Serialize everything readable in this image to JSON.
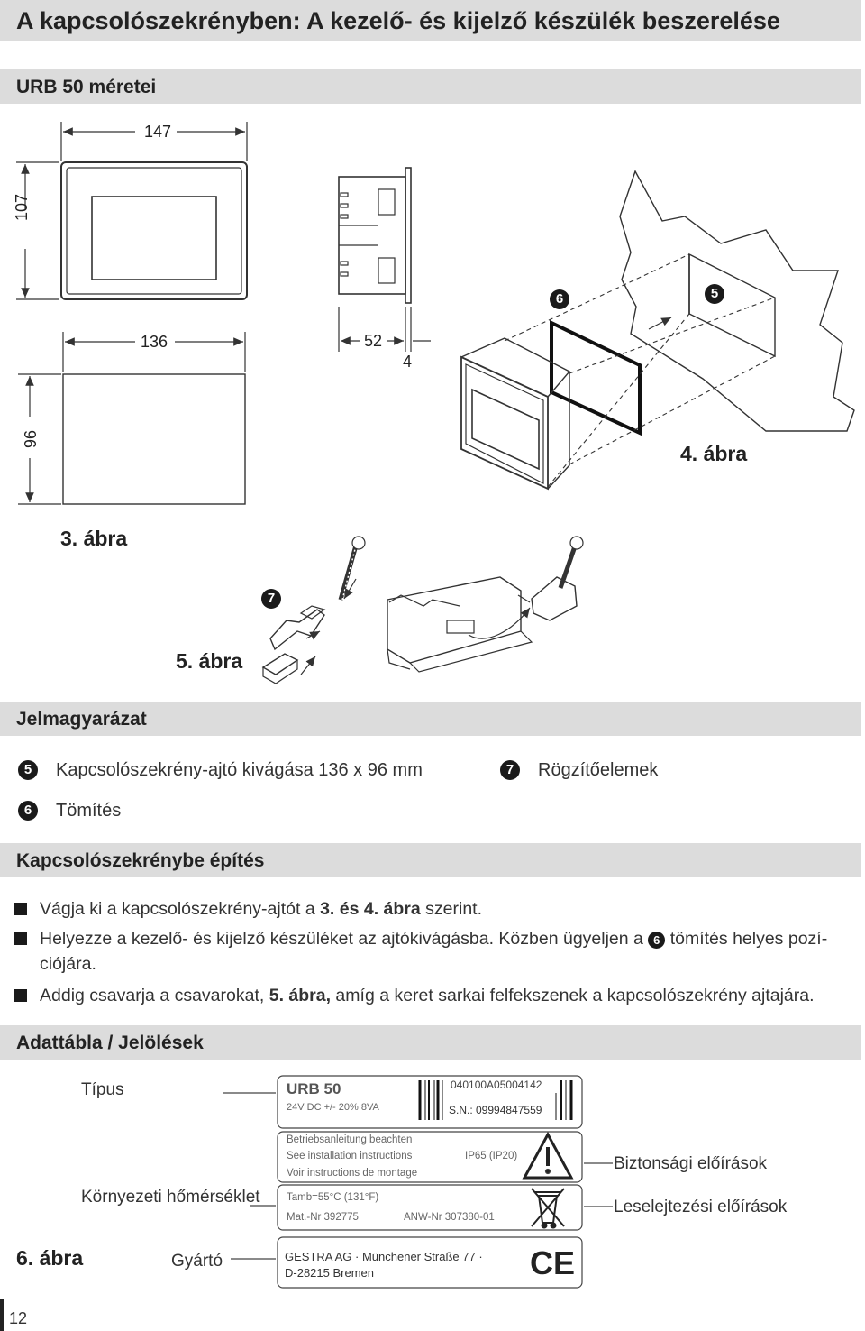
{
  "page": {
    "title": "A kapcsolószekrényben: A kezelő- és kijelző készülék beszerelése",
    "page_number": "12"
  },
  "dimensions": {
    "heading": "URB 50 méretei",
    "width_outer": "147",
    "height_outer": "107",
    "width_cutout": "136",
    "height_cutout": "96",
    "depth": "52",
    "depth_front": "4"
  },
  "figures": {
    "fig3": "3. ábra",
    "fig4": "4. ábra",
    "fig5": "5. ábra",
    "fig6": "6. ábra",
    "callout5": "5",
    "callout6": "6",
    "callout7": "7"
  },
  "legend": {
    "heading": "Jelmagyarázat",
    "items": [
      {
        "num": "5",
        "text": "Kapcsolószekrény-ajtó kivágása 136 x 96 mm"
      },
      {
        "num": "7",
        "text": "Rögzítőelemek"
      },
      {
        "num": "6",
        "text": "Tömítés"
      }
    ]
  },
  "installation": {
    "heading": "Kapcsolószekrénybe építés",
    "b1_pre": "Vágja ki a kapcsolószekrény-ajtót a ",
    "b1_bold": "3. és 4. ábra",
    "b1_post": " szerint.",
    "b2_pre": "Helyezze a kezelő- és kijelző készüléket az ajtókivágásba. Közben ügyeljen a ",
    "b2_num": "6",
    "b2_post": " tömítés helyes pozí-",
    "b2_line2": "ciójára.",
    "b3_pre": "Addig csavarja a csavarokat, ",
    "b3_bold": "5. ábra,",
    "b3_post": " amíg a keret sarkai felfekszenek a kapcsolószekrény ajtajára."
  },
  "nameplate": {
    "heading": "Adattábla / Jelölések",
    "label_type": "Típus",
    "label_ambient": "Környezeti hőmérséklet",
    "label_manufacturer": "Gyártó",
    "label_safety": "Biztonsági előírások",
    "label_disposal": "Leselejtezési előírások",
    "plate": {
      "model": "URB 50",
      "power": "24V DC +/- 20%   8VA",
      "code": "040100A05004142",
      "serial": "S.N.: 09994847559",
      "instr1": "Betriebsanleitung beachten",
      "instr2": "See installation instructions",
      "instr3": "Voir instructions de montage",
      "ip": "IP65 (IP20)",
      "tamb": "Tamb=55°C (131°F)",
      "matnr": "Mat.-Nr 392775",
      "anwnr": "ANW-Nr 307380-01",
      "maker1": "GESTRA AG · Münchener Straße 77 ·",
      "maker2": "D-28215 Bremen",
      "ce": "CE"
    }
  }
}
